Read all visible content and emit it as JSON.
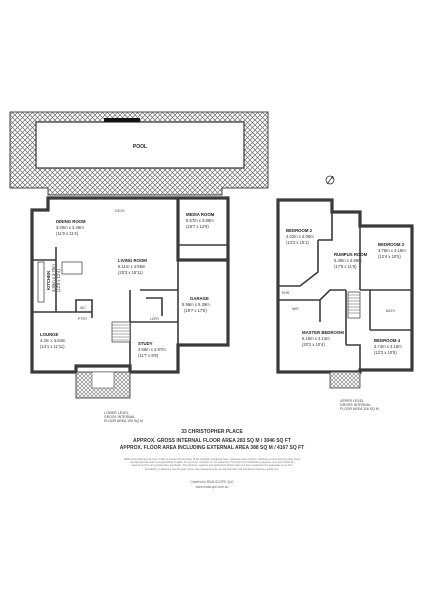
{
  "address": "33 CHRISTOPHER PLACE",
  "pool_label": "POOL",
  "deck_label": "DECK",
  "rooms": {
    "dining": {
      "name": "DINING ROOM",
      "size_m": "3.00m x 3.46m",
      "size_ft": "(11'9 x 11'4)"
    },
    "media": {
      "name": "MEDIA ROOM",
      "size_m": "5.67m x 3.89m",
      "size_ft": "(18'7 x 12'9)"
    },
    "living": {
      "name": "LIVING ROOM",
      "size_m": "6.11m x 4.85m",
      "size_ft": "(20'3 x 15'11)"
    },
    "kitchen": {
      "name": "KITCHEN",
      "size_m": "3.86m x 3.76m",
      "size_ft": "(12'8 x 12'4)"
    },
    "garage": {
      "name": "GARAGE",
      "size_m": "5.96m x 5.39m",
      "size_ft": "(19'7 x 17'8)"
    },
    "lounge": {
      "name": "LOUNGE",
      "size_m": "4.3m x 3.64m",
      "size_ft": "(14'1 x 11'11)"
    },
    "study": {
      "name": "STUDY",
      "size_m": "3.56m x 2.97m",
      "size_ft": "(11'7 x 9'9)"
    },
    "bedroom2": {
      "name": "BEDROOM 2",
      "size_m": "4.02m x 3.08m",
      "size_ft": "(13'2 x 10'1)"
    },
    "rumpus": {
      "name": "RUMPUS ROOM",
      "size_m": "5.30m x 3.69m",
      "size_ft": "(17'5 x 11'8)"
    },
    "bedroom3": {
      "name": "BEDROOM 3",
      "size_m": "3.76m x 3.18m",
      "size_ft": "(12'4 x 10'5)"
    },
    "master": {
      "name": "MASTER BEDROOM",
      "size_m": "6.15m x 3.14m",
      "size_ft": "(20'2 x 10'4)"
    },
    "bedroom4": {
      "name": "BEDROOM 4",
      "size_m": "3.74m x 3.18m",
      "size_ft": "(12'3 x 10'5)"
    }
  },
  "small_labels": {
    "laundry": "LDRY",
    "wc": "WC",
    "wir": "WIR",
    "ens": "ENS",
    "bath": "BATH",
    "pantry": "PTRY"
  },
  "lower_level": {
    "line1": "LOWER LEVEL",
    "line2": "GROSS INTERNAL",
    "line3": "FLOOR AREA 159 SQ M"
  },
  "upper_level": {
    "line1": "UPPER LEVEL",
    "line2": "GROSS INTERNAL",
    "line3": "FLOOR AREA 116 SQ M"
  },
  "totals": {
    "gross": "APPROX. GROSS INTERNAL FLOOR AREA 283 SQ M / 3046 SQ FT",
    "external": "APPROX. FLOOR AREA INCLUDING EXTERNAL AREA 388 SQ M / 4167 SQ FT"
  },
  "disclaimer": [
    "While every attempt has been made to ensure the accuracy of the floorplan contained here, measurements of doors, windows, rooms and any other items",
    "are approximate and no responsibility is taken for any error, omission or mis-statement. This plan is for illustrative purposes only and should be",
    "used as such by any prospective purchaser. The services, systems and appliances shown have not been tested and no guarantee as to their",
    "operability or efficiency can be given. Floor plan measurements are approximate and should be used as a guide only."
  ],
  "credit": {
    "line1": "Created by REALSCOPE QLD",
    "line2": "www.realscope.com.au"
  }
}
